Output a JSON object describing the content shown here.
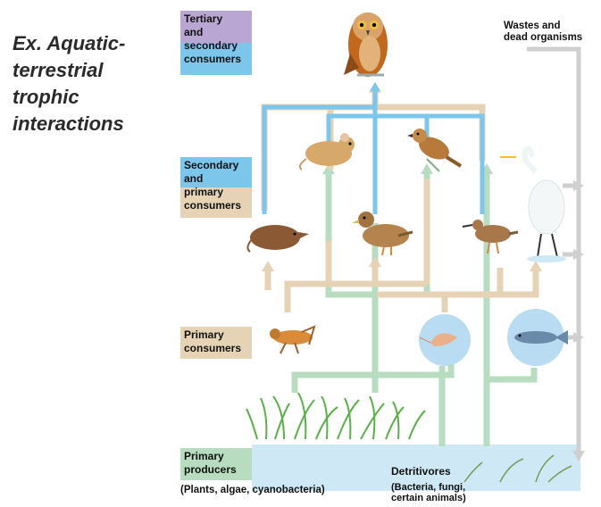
{
  "title": [
    "Ex.  Aquatic-",
    "terrestrial",
    "trophic",
    "interactions"
  ],
  "levels": {
    "tertiary": [
      "Tertiary",
      "and",
      "secondary",
      "consumers"
    ],
    "secondary": [
      "Secondary",
      "and",
      "primary",
      "consumers"
    ],
    "primary_consumers": [
      "Primary",
      "consumers"
    ],
    "primary_producers": [
      "Primary",
      "producers"
    ]
  },
  "producers_note": "(Plants, algae, cyanobacteria)",
  "wastes": [
    "Wastes and",
    "dead organisms"
  ],
  "detritivores": {
    "label": "Detritivores",
    "note": [
      "(Bacteria, fungi,",
      "certain animals)"
    ]
  },
  "colors": {
    "purple": "#b9a6d2",
    "blue": "#7cc6ec",
    "tan": "#e6d3b6",
    "green": "#b7dcc0",
    "gray": "#cfcfcf",
    "water": "#cfe8f6"
  },
  "organisms": [
    "owl-icon",
    "mouse-icon",
    "sparrow-icon",
    "shrew-icon",
    "duck-icon",
    "sandpiper-icon",
    "heron-icon",
    "grasshopper-icon",
    "shrimp-icon",
    "fish-icon",
    "grass-icon",
    "seaweed-icon"
  ]
}
